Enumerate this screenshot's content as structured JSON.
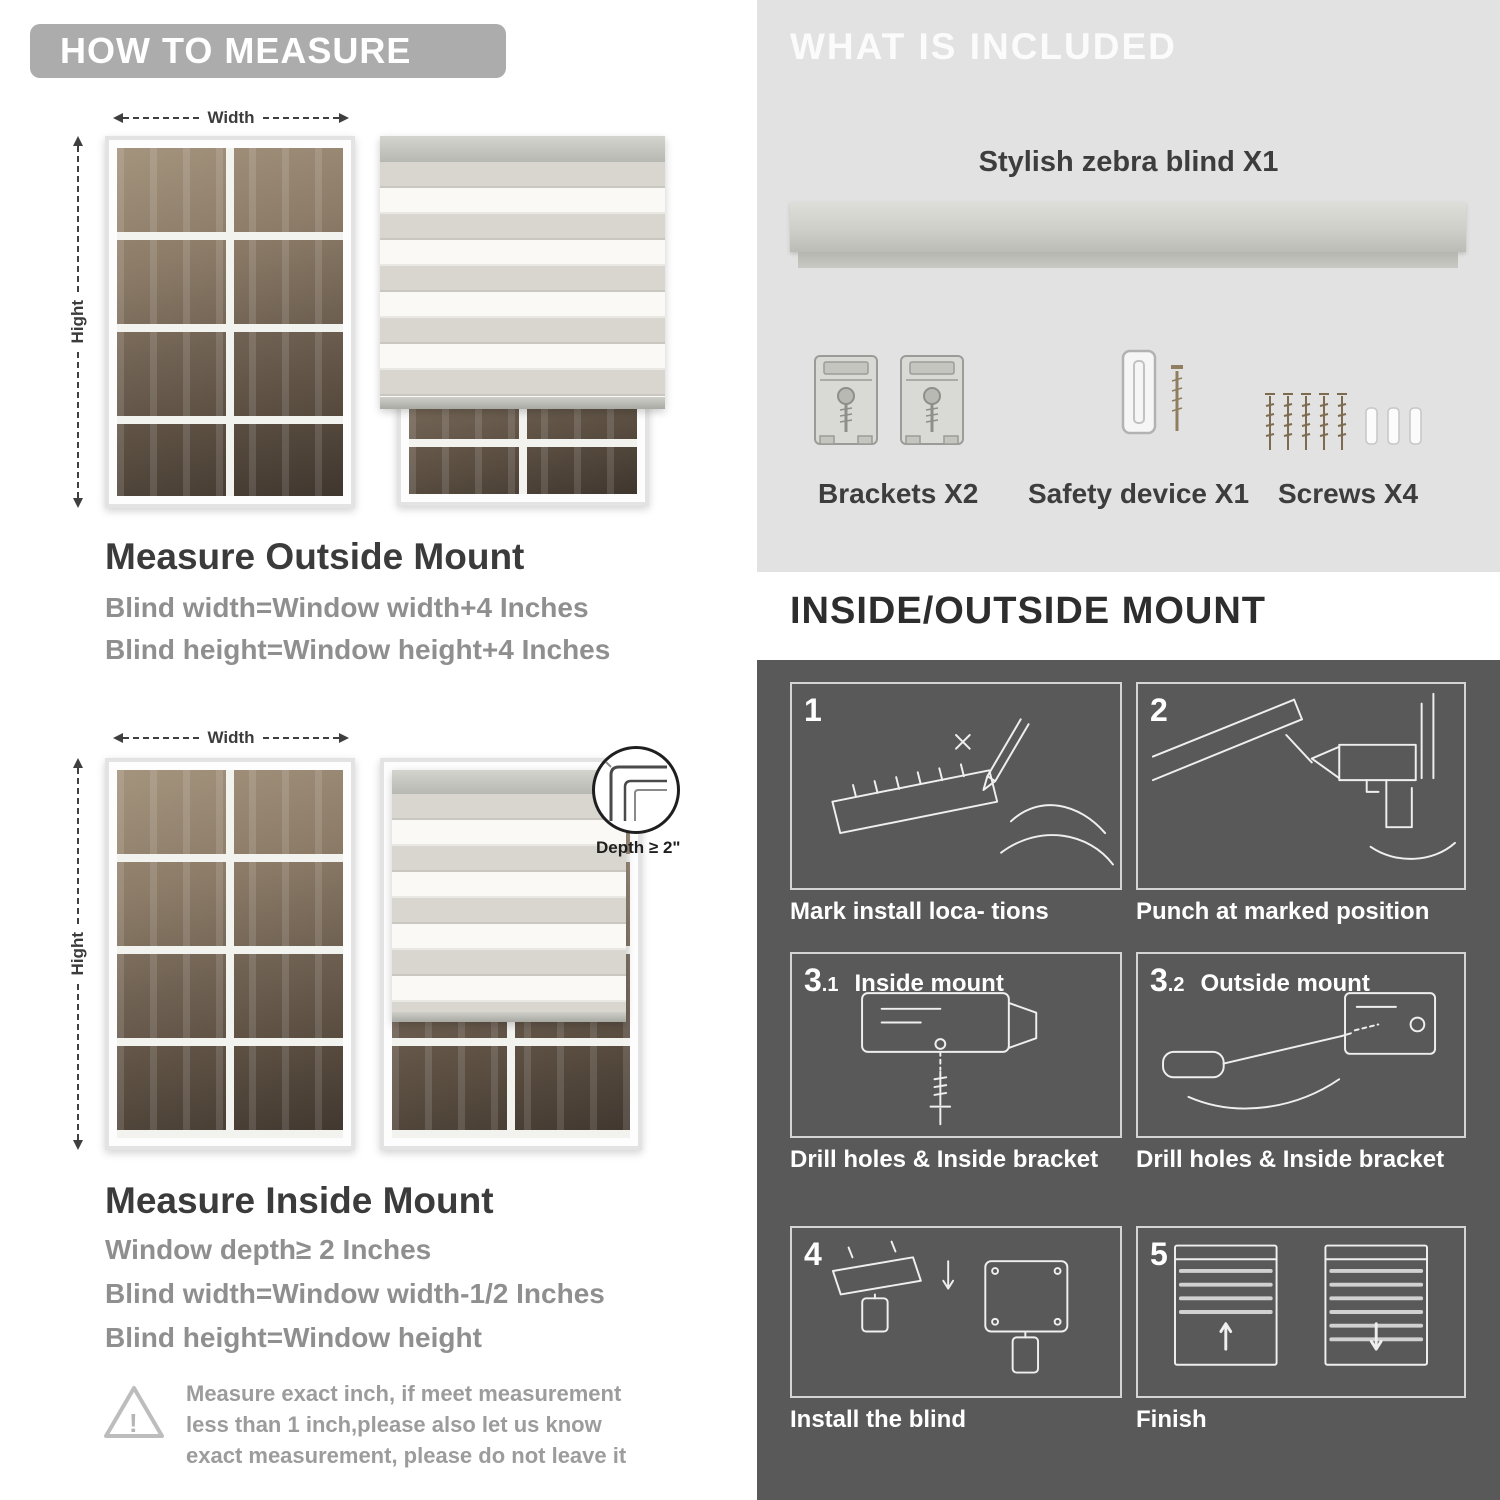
{
  "colors": {
    "header_gray": "#acacac",
    "panel_gray": "#e2e2e2",
    "dark_gray": "#595959",
    "accent_text": "#3b3b3b"
  },
  "left": {
    "header": "HOW TO MEASURE",
    "fig": {
      "width_label": "Width",
      "height_label": "Hight"
    },
    "outside": {
      "title": "Measure Outside Mount",
      "line1": "Blind width=Window width+4 Inches",
      "line2": "Blind height=Window height+4 Inches"
    },
    "inside": {
      "depth_label": "Depth ≥ 2\"",
      "title": "Measure Inside Mount",
      "line1": "Window depth≥ 2 Inches",
      "line2": "Blind width=Window width-1/2 Inches",
      "line3": "Blind height=Window height"
    },
    "warning_mark": "!",
    "warning": "Measure exact inch, if meet measurement less than 1 inch,please also let us know exact measurement, please do not leave it"
  },
  "right": {
    "included": {
      "header": "WHAT IS INCLUDED",
      "blind_label": "Stylish zebra blind X1",
      "items": [
        {
          "label": "Brackets X2",
          "icon": "bracket-icon"
        },
        {
          "label": "Safety device X1",
          "icon": "safety-device-icon"
        },
        {
          "label": "Screws X4",
          "icon": "screws-icon"
        }
      ]
    },
    "mount": {
      "header": "INSIDE/OUTSIDE MOUNT",
      "steps": [
        {
          "num": "1",
          "sub": "",
          "label": "",
          "caption": "Mark install loca- tions"
        },
        {
          "num": "2",
          "sub": "",
          "label": "",
          "caption": "Punch at  marked position"
        },
        {
          "num": "3",
          "sub": ".1",
          "label": "Inside mount",
          "caption": "Drill holes &  Inside bracket"
        },
        {
          "num": "3",
          "sub": ".2",
          "label": "Outside mount",
          "caption": "Drill holes &  Inside bracket"
        },
        {
          "num": "4",
          "sub": "",
          "label": "",
          "caption": "Install the blind"
        },
        {
          "num": "5",
          "sub": "",
          "label": "",
          "caption": "Finish"
        }
      ]
    }
  }
}
